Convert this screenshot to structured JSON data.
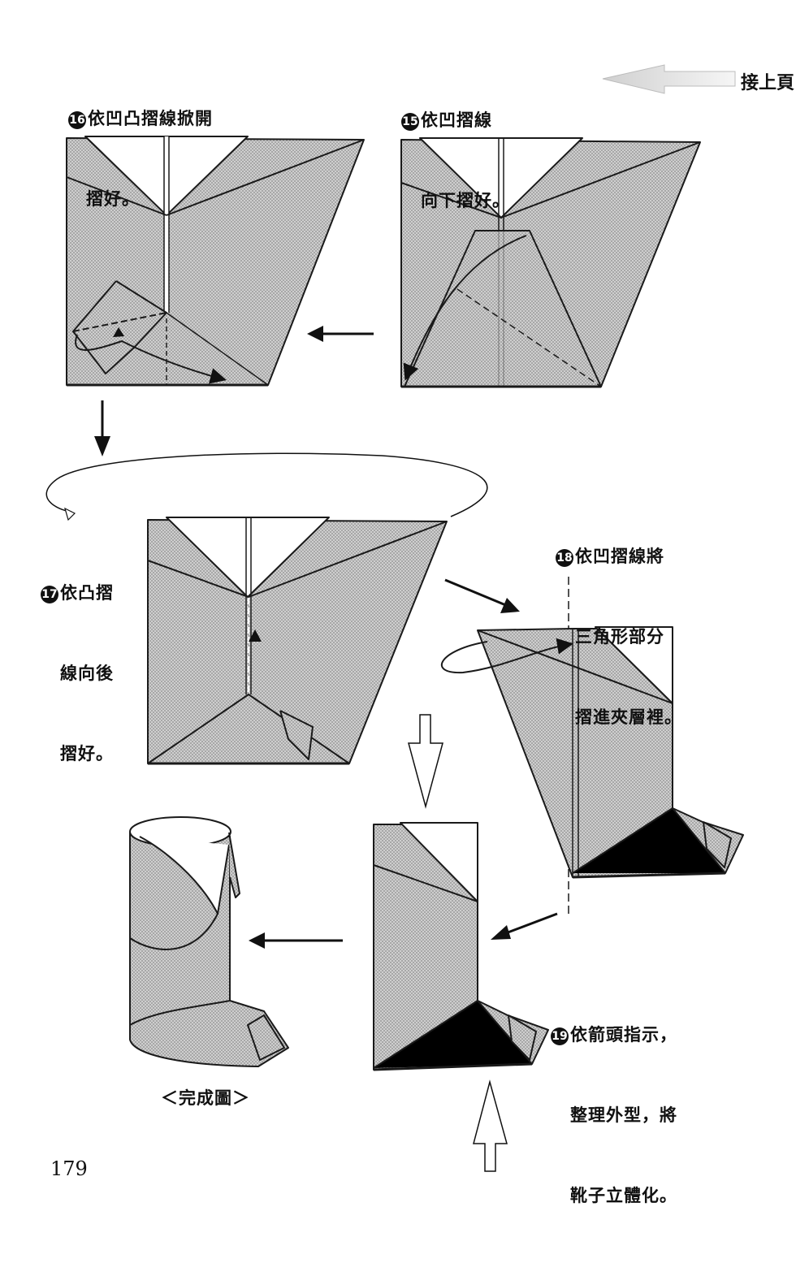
{
  "continue_label": "接上頁",
  "page_number": "179",
  "completed_label": "＜完成圖＞",
  "steps": [
    {
      "number": "15",
      "lines": [
        "依凹摺線",
        "向下摺好。"
      ]
    },
    {
      "number": "16",
      "lines": [
        "依凹凸摺線掀開",
        "摺好。"
      ]
    },
    {
      "number": "17",
      "lines": [
        "依凸摺",
        "線向後",
        "摺好。"
      ]
    },
    {
      "number": "18",
      "lines": [
        "依凹摺線將",
        "三角形部分",
        "摺進夾層裡。"
      ]
    },
    {
      "number": "19",
      "lines": [
        "依箭頭指示，",
        "整理外型，將",
        "靴子立體化。"
      ]
    }
  ],
  "colors": {
    "paper_shade": "#c4c4c4",
    "line": "#1a1a1a",
    "white_flap": "#ffffff"
  }
}
